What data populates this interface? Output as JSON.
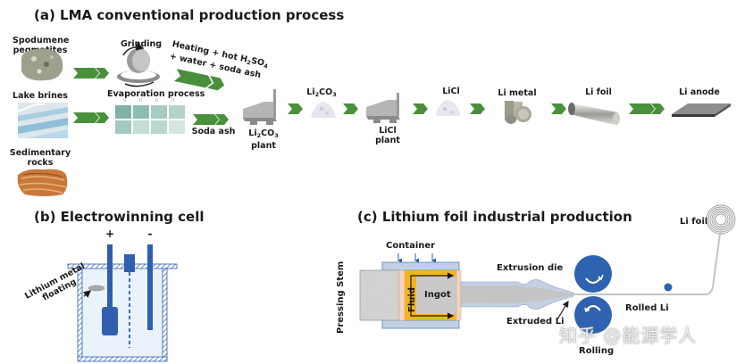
{
  "panel_a": {
    "title": "(a) LMA conventional production process",
    "sources": {
      "spodumene": "Spodumene pegmatites",
      "brines": "Lake brines",
      "sedimentary": "Sedimentary rocks"
    },
    "steps": {
      "grinding": "Grinding",
      "heating_line1": "Heating + hot H",
      "heating_sub1": "2",
      "heating_mid": "SO",
      "heating_sub2": "4",
      "heating_line2": "+ water + soda ash",
      "evaporation": "Evaporation process",
      "soda_ash": "Soda ash",
      "li2co3_plant_a": "Li",
      "li2co3_plant_sub": "2",
      "li2co3_plant_b": "CO",
      "li2co3_plant_sub2": "3",
      "li2co3_plant_c": "plant",
      "li2co3_a": "Li",
      "li2co3_sub": "2",
      "li2co3_b": "CO",
      "li2co3_sub2": "3",
      "licl_plant_a": "LiCl",
      "licl_plant_b": "plant",
      "licl": "LiCl",
      "li_metal": "Li metal",
      "li_foil": "Li foil",
      "li_anode": "Li anode"
    },
    "colors": {
      "arrow": "#4a8f3c"
    }
  },
  "panel_b": {
    "title": "(b) Electrowinning cell",
    "plus": "+",
    "minus": "-",
    "floating_label_1": "Lithium metal",
    "floating_label_2": "floating",
    "colors": {
      "electrode": "#2f5fae",
      "electrolyte": "#eaf2fb"
    }
  },
  "panel_c": {
    "title": "(c) Lithium foil industrial production",
    "container": "Container",
    "pressing_stem": "Pressing Stem",
    "fluid": "Fluid",
    "ingot": "Ingot",
    "extrusion_die": "Extrusion die",
    "extruded_li": "Extruded Li",
    "rolled_li": "Rolled Li",
    "rolling": "Rolling",
    "li_foil": "Li foil",
    "colors": {
      "roller": "#2f62b0",
      "fluid": "#f2b51e",
      "ingot": "#c9c9c9"
    }
  },
  "watermark": "知乎 @能源学人"
}
